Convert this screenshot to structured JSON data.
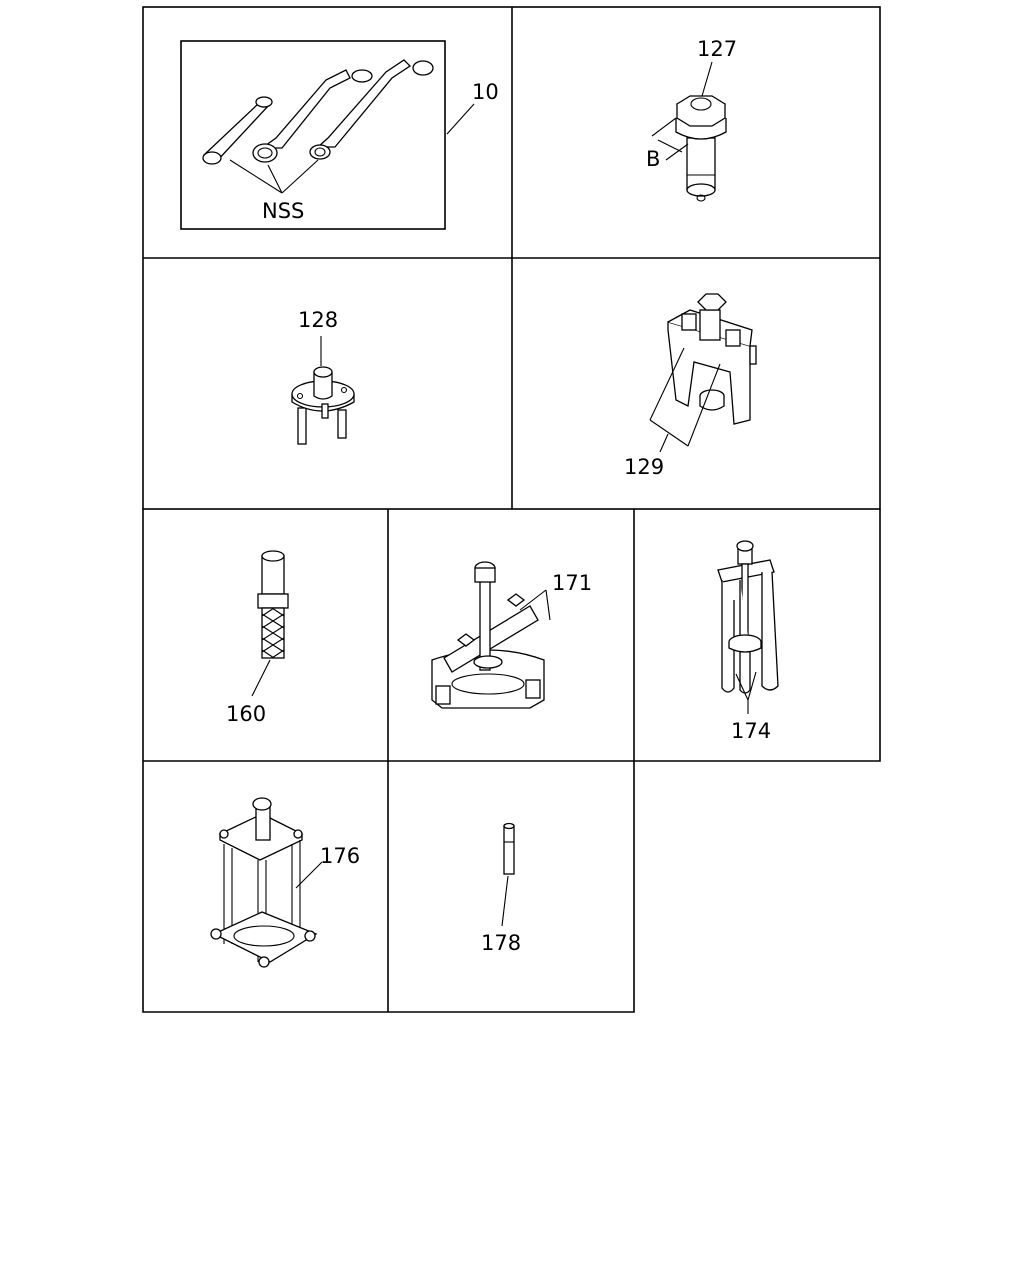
{
  "panels": [
    {
      "callout": "10",
      "sublabel": "NSS"
    },
    {
      "callout": "127",
      "dimension_label": "B"
    },
    {
      "callout": "128"
    },
    {
      "callout": "129"
    },
    {
      "callout": "160"
    },
    {
      "callout": "171"
    },
    {
      "callout": "174"
    },
    {
      "callout": "176"
    },
    {
      "callout": "178"
    }
  ]
}
